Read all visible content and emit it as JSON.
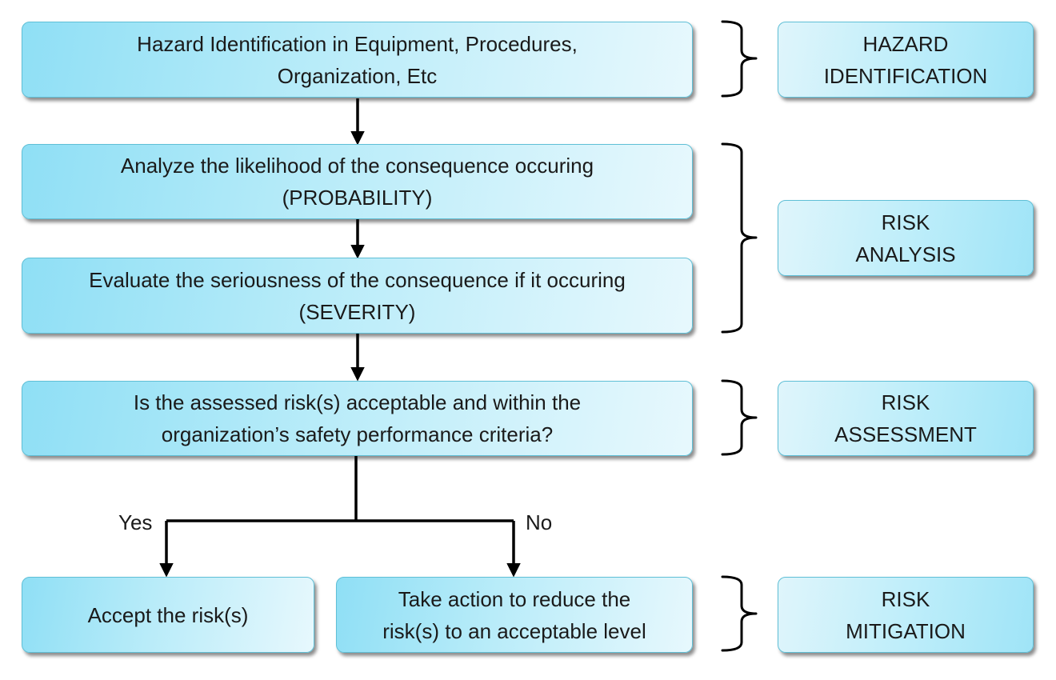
{
  "steps": {
    "hazard_identification": [
      "Hazard Identification in Equipment, Procedures,",
      "Organization, Etc"
    ],
    "probability": [
      "Analyze the likelihood of the consequence occuring",
      "(PROBABILITY)"
    ],
    "severity": [
      "Evaluate the seriousness of the consequence  if it occuring",
      "(SEVERITY)"
    ],
    "decision": [
      "Is the assessed risk(s) acceptable and within the",
      "organization’s safety performance criteria?"
    ],
    "accept": [
      "Accept the risk(s)"
    ],
    "reduce": [
      "Take action to reduce the",
      "risk(s) to an acceptable level"
    ]
  },
  "branches": {
    "yes": "Yes",
    "no": "No"
  },
  "categories": {
    "hazard_identification": [
      "HAZARD",
      "IDENTIFICATION"
    ],
    "risk_analysis": [
      "RISK",
      "ANALYSIS"
    ],
    "risk_assessment": [
      "RISK",
      "ASSESSMENT"
    ],
    "risk_mitigation": [
      "RISK",
      "MITIGATION"
    ]
  },
  "colors": {
    "box_border": "#5fbfd6",
    "box_fill_light": "#e7f8fd",
    "box_fill_dark": "#8fdff5",
    "connector": "#000000"
  }
}
